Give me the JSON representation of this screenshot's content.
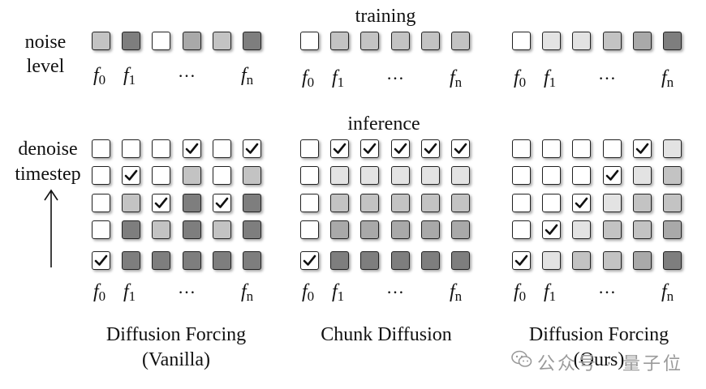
{
  "headers": {
    "training": "training",
    "inference": "inference"
  },
  "row_labels": {
    "noise": "noise",
    "level": "level",
    "denoise": "denoise",
    "timestep": "timestep"
  },
  "axis_labels": {
    "f0_base": "f",
    "f0_sub": "0",
    "f1_base": "f",
    "f1_sub": "1",
    "ellipsis": "…",
    "fn_base": "f",
    "fn_sub": "n"
  },
  "panels": [
    {
      "title_line1": "Diffusion Forcing",
      "title_line2": "(Vanilla)"
    },
    {
      "title_line1": "Chunk Diffusion",
      "title_line2": ""
    },
    {
      "title_line1": "Diffusion Forcing",
      "title_line2": "(Ours)"
    }
  ],
  "watermark": {
    "text": "公众号 · 量子位"
  },
  "colors": {
    "white": "#ffffff",
    "light": "#e3e3e3",
    "medium": "#c3c3c3",
    "gray": "#a9a9a9",
    "dark": "#7e7e7e"
  }
}
